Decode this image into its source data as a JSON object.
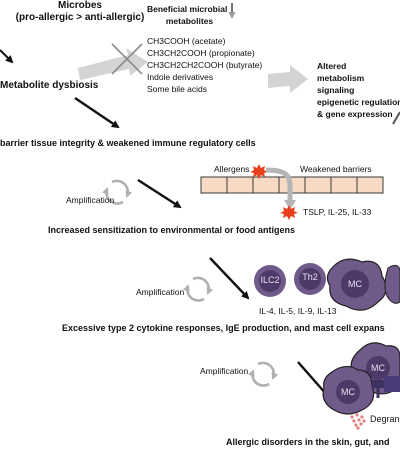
{
  "microbes": {
    "title": "Microbes",
    "subtitle": "(pro-allergic > anti-allergic)"
  },
  "metabolites": {
    "heading_line1": "Beneficial microbial",
    "heading_line2": "metabolites",
    "items": [
      "CH3COOH (acetate)",
      "CH3CH2COOH (propionate)",
      "CH3CH2CH2COOH (butyrate)",
      "Indole derivatives",
      "Some bile acids"
    ]
  },
  "dysbiosis_label": "Metabolite dysbiosis",
  "altered": {
    "lines": [
      "Altered",
      "metabolism",
      "signaling",
      "epigenetic regulation",
      "& gene expression"
    ]
  },
  "barrier_label": "barrier tissue integrity & weakened immune regulatory cells",
  "allergens_label": "Allergens",
  "weakened_barriers_label": "Weakened barriers",
  "tslp_label": "TSLP, IL-25, IL-33",
  "amplification_label": "Amplification",
  "sensitization_label": "Increased sensitization to environmental or food antigens",
  "cells": {
    "ilc2": "ILC2",
    "th2": "Th2",
    "mc": "MC"
  },
  "cytokines_label": "IL-4, IL-5, IL-9, IL-13",
  "type2_label": "Excessive type 2 cytokine responses, IgE production, and mast cell expans",
  "degran_label": "Degran",
  "allergic_label": "Allergic disorders in the skin, gut, and",
  "colors": {
    "cell_fill": "#6f5a8a",
    "cell_nucleus": "#4e3a68",
    "barrier_fill": "#f7d9c4",
    "barrier_stroke": "#3a3a3a",
    "arrow_gray": "#c8c8c8",
    "allergen_red": "#e8401c",
    "degran_dots": "#e08080"
  }
}
